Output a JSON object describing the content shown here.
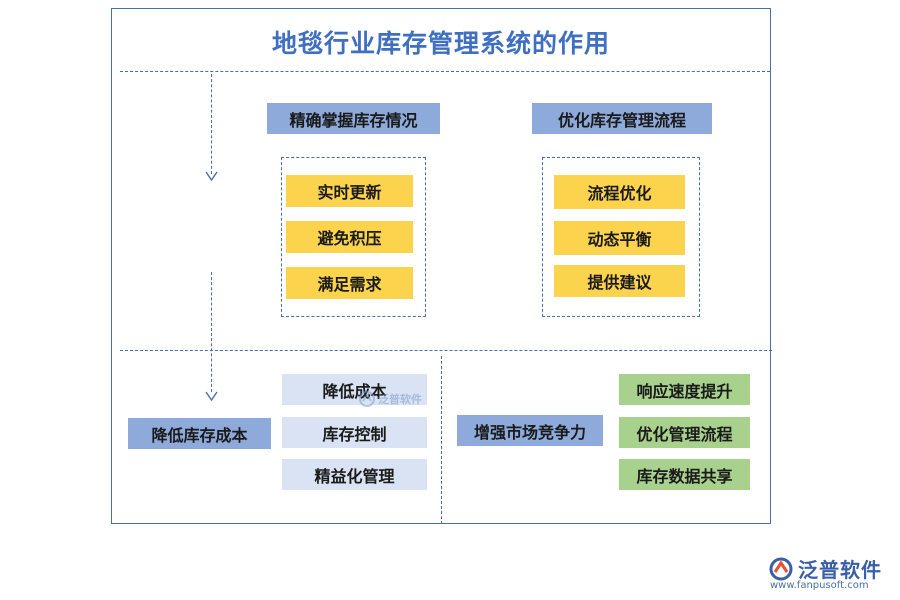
{
  "title": "地毯行业库存管理系统的作用",
  "sections": {
    "master": {
      "label": "精确掌握库存情况",
      "items": [
        "实时更新",
        "避免积压",
        "满足需求"
      ]
    },
    "optimize": {
      "label": "优化库存管理流程",
      "items": [
        "流程优化",
        "动态平衡",
        "提供建议"
      ]
    },
    "cost": {
      "label": "降低库存成本",
      "items": [
        "降低成本",
        "库存控制",
        "精益化管理"
      ]
    },
    "compete": {
      "label": "增强市场竞争力",
      "items": [
        "响应速度提升",
        "优化管理流程",
        "库存数据共享"
      ]
    }
  },
  "watermark": {
    "text": "泛普软件"
  },
  "brand": {
    "name": "泛普软件",
    "url": "www.fanpusoft.com"
  },
  "colors": {
    "title": "#3f6fc1",
    "frame": "#4a6fa5",
    "header_blue": "#8eaadb",
    "item_yellow": "#fcd34d",
    "item_lightblue": "#dae3f3",
    "item_green": "#a9d18e"
  }
}
